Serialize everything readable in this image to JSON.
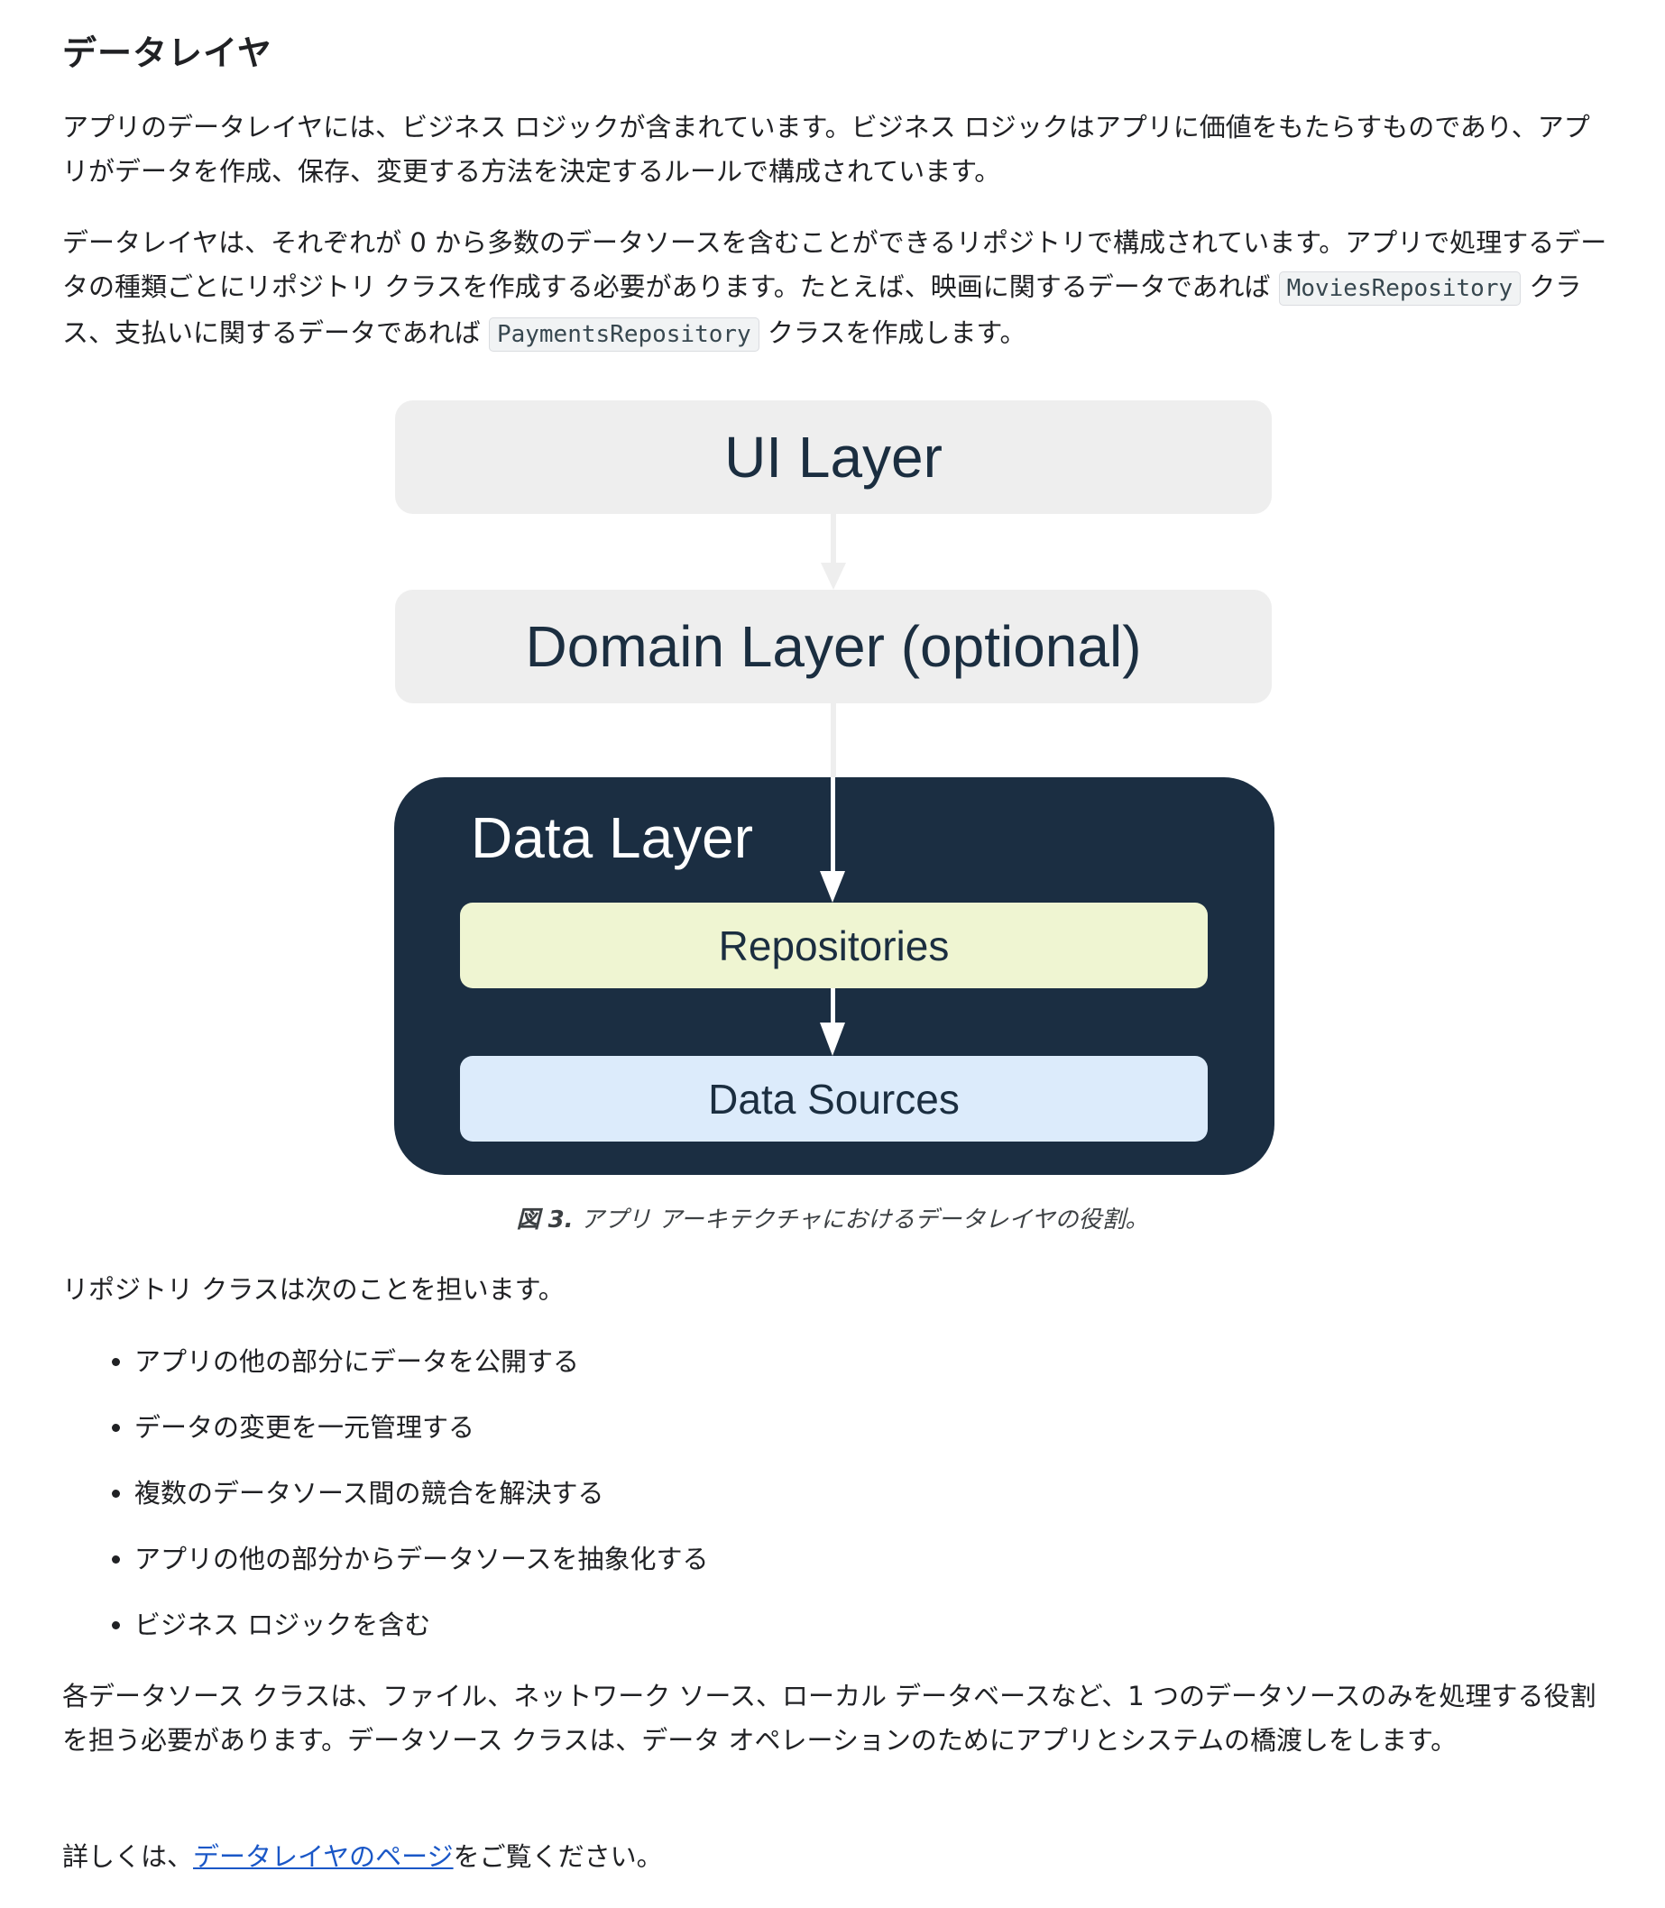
{
  "heading": "データレイヤ",
  "paragraph1": "アプリのデータレイヤには、ビジネス ロジックが含まれています。ビジネス ロジックはアプリに価値をもたらすものであり、アプリがデータを作成、保存、変更する方法を決定するルールで構成されています。",
  "paragraph2": {
    "text_before": "データレイヤは、それぞれが 0 から多数のデータソースを含むことができるリポジトリで構成されています。アプリで処理するデータの種類ごとにリポジトリ クラスを作成する必要があります。たとえば、映画に関するデータであれば ",
    "code1": "MoviesRepository",
    "text_mid": " クラス、支払いに関するデータであれば ",
    "code2": "PaymentsRepository",
    "text_after": " クラスを作成します。"
  },
  "diagram": {
    "ui_layer": "UI Layer",
    "domain_layer": "Domain Layer (optional)",
    "data_layer": "Data Layer",
    "repositories": "Repositories",
    "data_sources": "Data Sources",
    "colors": {
      "layer_box": "#eeeeee",
      "data_layer_bg": "#1b2e42",
      "repositories_bg": "#eff5d2",
      "data_sources_bg": "#dcebfb",
      "text": "#1b2e40"
    }
  },
  "caption": {
    "label": "図 3.",
    "text": " アプリ アーキテクチャにおけるデータレイヤの役割。"
  },
  "list_intro": "リポジトリ クラスは次のことを担います。",
  "list_items": [
    "アプリの他の部分にデータを公開する",
    "データの変更を一元管理する",
    "複数のデータソース間の競合を解決する",
    "アプリの他の部分からデータソースを抽象化する",
    "ビジネス ロジックを含む"
  ],
  "paragraph3": "各データソース クラスは、ファイル、ネットワーク ソース、ローカル データベースなど、1 つのデータソースのみを処理する役割を担う必要があります。データソース クラスは、データ オペレーションのためにアプリとシステムの橋渡しをします。",
  "more": {
    "prefix": "詳しくは、",
    "link": "データレイヤのページ",
    "suffix": "をご覧ください。"
  }
}
